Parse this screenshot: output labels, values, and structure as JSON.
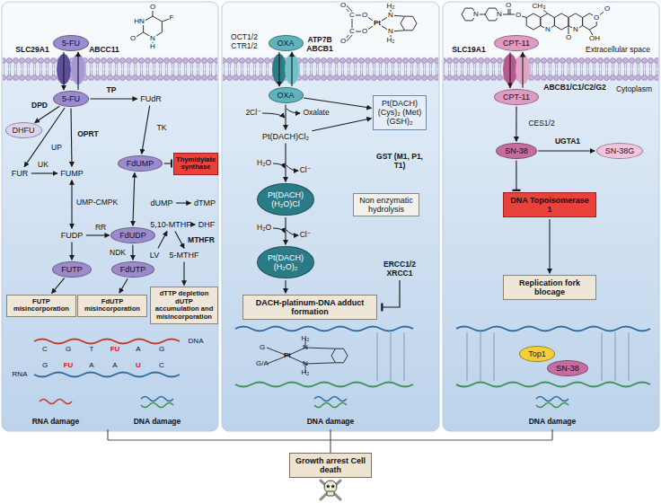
{
  "diagram": {
    "nodes": [
      {
        "text": [
          "5-FU"
        ]
      },
      {
        "text": [
          "5-FU"
        ]
      },
      {
        "text": [
          "DHFU"
        ]
      },
      {
        "text": [
          "FUdR"
        ]
      },
      {
        "text": [
          "FUR"
        ]
      },
      {
        "text": [
          "FUMP"
        ]
      },
      {
        "text": [
          "FdUMP"
        ]
      },
      {
        "text": [
          "Thymidylate synthase"
        ]
      },
      {
        "text": [
          "dUMP"
        ]
      },
      {
        "text": [
          "dTMP"
        ]
      },
      {
        "text": [
          "FUDP"
        ]
      },
      {
        "text": [
          "FdUDP"
        ]
      },
      {
        "text": [
          "5,10-MTHF"
        ]
      },
      {
        "text": [
          "DHF"
        ]
      },
      {
        "text": [
          "LV"
        ]
      },
      {
        "text": [
          "5-MTHF"
        ]
      },
      {
        "text": [
          "FUTP"
        ]
      },
      {
        "text": [
          "FdUTP"
        ]
      },
      {
        "text": [
          "FUTP misincorporation"
        ]
      },
      {
        "text": [
          "FdUTP misincorporation"
        ]
      },
      {
        "text": [
          "dTTP depletion dUTP accumulation and misincorporation"
        ]
      },
      {
        "text": [
          "OXA"
        ]
      },
      {
        "text": [
          "OXA"
        ]
      },
      {
        "text": [
          "Pt(DACH)Cl₂"
        ]
      },
      {
        "text": [
          "Pt(DACH) (Cys)₂ (Met) (GSH)₂"
        ]
      },
      {
        "text": [
          "Pt(DACH) (H₂O)Cl"
        ]
      },
      {
        "text": [
          "Non enzymatic hydrolysis"
        ]
      },
      {
        "text": [
          "Pt(DACH) (H₂O)₂"
        ]
      },
      {
        "text": [
          "DACH-platinum-DNA adduct formation"
        ]
      },
      {
        "text": [
          "CPT-11"
        ]
      },
      {
        "text": [
          "CPT-11"
        ]
      },
      {
        "text": [
          "SN-38"
        ]
      },
      {
        "text": [
          "SN-38G"
        ]
      },
      {
        "text": [
          "DNA Topoisomerase 1"
        ]
      },
      {
        "text": [
          "Replication fork blocage"
        ]
      },
      {
        "text": [
          "Top1"
        ]
      },
      {
        "text": [
          "SN-38"
        ]
      },
      {
        "text": [
          "Growth arrest Cell death"
        ]
      }
    ],
    "edges": [
      {
        "from": 0,
        "to": 1,
        "arrow": "to"
      },
      {
        "from": 1,
        "to": 0,
        "arrow": "to"
      },
      {
        "from": 1,
        "to": 2,
        "arrow": "to"
      },
      {
        "from": 1,
        "to": 3,
        "arrow": "to"
      },
      {
        "from": 3,
        "to": 6,
        "arrow": "to"
      },
      {
        "from": 1,
        "to": 5,
        "arrow": "to"
      },
      {
        "from": 1,
        "to": 4,
        "arrow": "to"
      },
      {
        "from": 4,
        "to": 5,
        "arrow": "to"
      },
      {
        "from": 5,
        "to": 10,
        "arrow": "both"
      },
      {
        "from": 10,
        "to": 11,
        "arrow": "to"
      },
      {
        "from": 6,
        "to": 11,
        "arrow": "both"
      },
      {
        "from": 10,
        "to": 16,
        "arrow": "to"
      },
      {
        "from": 11,
        "to": 17,
        "arrow": "to"
      },
      {
        "from": 16,
        "to": 18,
        "arrow": "to"
      },
      {
        "from": 17,
        "to": 19,
        "arrow": "to"
      },
      {
        "from": 6,
        "to": 7,
        "arrow": "to"
      },
      {
        "from": 8,
        "to": 9,
        "arrow": "to"
      },
      {
        "from": 12,
        "to": 13,
        "arrow": "to"
      },
      {
        "from": 14,
        "to": 12,
        "arrow": "to"
      },
      {
        "from": 12,
        "to": 15,
        "arrow": "to"
      },
      {
        "from": 15,
        "to": 20,
        "arrow": "to"
      },
      {
        "from": 21,
        "to": 22,
        "arrow": "to"
      },
      {
        "from": 22,
        "to": 21,
        "arrow": "to"
      },
      {
        "from": 22,
        "to": 23,
        "arrow": "to"
      },
      {
        "from": 23,
        "to": 24,
        "arrow": "to"
      },
      {
        "from": 22,
        "to": 24,
        "arrow": "to"
      },
      {
        "from": 23,
        "to": 25,
        "arrow": "to"
      },
      {
        "from": 25,
        "to": 27,
        "arrow": "to"
      },
      {
        "from": 27,
        "to": 28,
        "arrow": "to"
      },
      {
        "from": 29,
        "to": 30,
        "arrow": "to"
      },
      {
        "from": 30,
        "to": 29,
        "arrow": "to"
      },
      {
        "from": 30,
        "to": 31,
        "arrow": "to"
      },
      {
        "from": 31,
        "to": 32,
        "arrow": "to"
      },
      {
        "from": 31,
        "to": 33,
        "arrow": "to"
      },
      {
        "from": 33,
        "to": 34,
        "arrow": "to"
      }
    ],
    "labels": [
      "Extracellular space",
      "Cytoplasm",
      "SLC29A1",
      "ABCC11",
      "DPD",
      "TP",
      "UP",
      "OPRT",
      "UK",
      "TK",
      "UMP-CMPK",
      "RR",
      "NDK",
      "MTHFR",
      "OCT1/2 CTR1/2",
      "ATP7B ABCB1",
      "2Cl⁻",
      "Oxalate",
      "H₂O",
      "Cl⁻",
      "H₂O",
      "Cl⁻",
      "GST (M1, P1, T1)",
      "ERCC1/2 XRCC1",
      "SLC19A1",
      "ABCB1/C1/C2/G2",
      "CES1/2",
      "UGTA1",
      "RNA damage",
      "DNA damage",
      "DNA damage",
      "DNA damage",
      "C",
      "G",
      "G",
      "FU",
      "T",
      "A",
      "FU",
      "A",
      "A",
      "U",
      "G",
      "C",
      "RNA",
      "DNA",
      "G",
      "G/A",
      "Pt",
      "N",
      "N",
      "H₂",
      "H₂",
      "O",
      "HN",
      "F",
      "O",
      "N",
      "H",
      "O",
      "O",
      "C",
      "C",
      "O",
      "O",
      "Pt",
      "N",
      "N",
      "H₂",
      "H₂",
      "N",
      "N",
      "O",
      "O",
      "N",
      "N",
      "O",
      "O",
      "O",
      "OH",
      "CH₃"
    ]
  }
}
